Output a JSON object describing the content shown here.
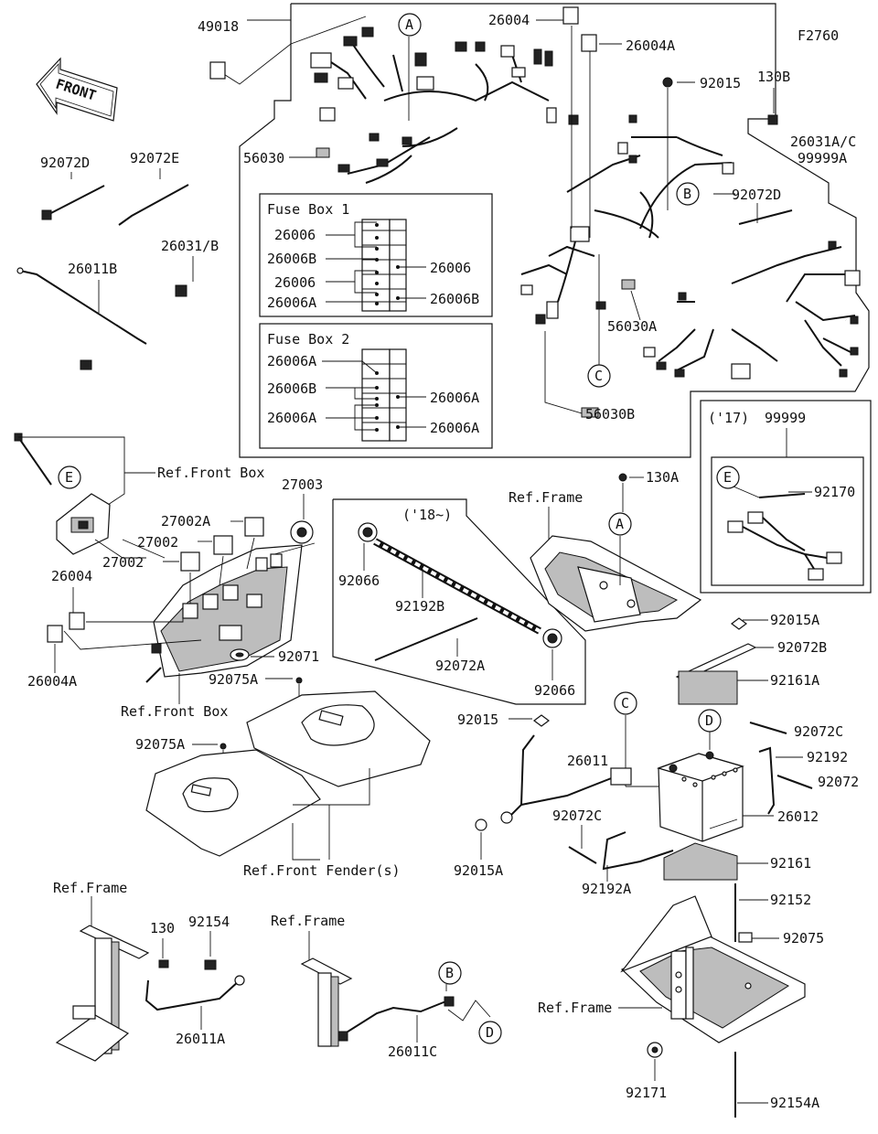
{
  "figure_code": "F2760",
  "front_arrow_label": "FRONT",
  "fuse_box_1": {
    "title": "Fuse Box 1",
    "labels_left": [
      "26006",
      "26006B",
      "26006",
      "26006A"
    ],
    "labels_right": [
      "26006",
      "26006B"
    ]
  },
  "fuse_box_2": {
    "title": "Fuse Box 2",
    "labels_left": [
      "26006A",
      "26006B",
      "26006A"
    ],
    "labels_right": [
      "26006A",
      "26006A"
    ]
  },
  "callouts": {
    "A": "A",
    "B": "B",
    "C": "C",
    "D": "D",
    "E": "E"
  },
  "inset_17": {
    "year": "('17)",
    "part": "99999"
  },
  "inset_18": {
    "year": "('18~)"
  },
  "ref_labels": {
    "front_box": "Ref.Front Box",
    "frame": "Ref.Frame",
    "front_fenders": "Ref.Front Fender(s)"
  },
  "parts": {
    "p49018": "49018",
    "p26004_top": "26004",
    "p26004A_top": "26004A",
    "p92015": "92015",
    "p130B": "130B",
    "p26031AC": "26031A/C",
    "p99999A": "99999A",
    "p56030": "56030",
    "p92072D_left": "92072D",
    "p92072E": "92072E",
    "p26031B": "26031/B",
    "p26011B": "26011B",
    "p92072D_right": "92072D",
    "p56030A": "56030A",
    "p56030B": "56030B",
    "p27003": "27003",
    "p27002A": "27002A",
    "p27002_a": "27002",
    "p27002_b": "27002",
    "p26004_left": "26004",
    "p26004A_left": "26004A",
    "p92071": "92071",
    "p92075A_a": "92075A",
    "p92075A_b": "92075A",
    "p92066_a": "92066",
    "p92192B": "92192B",
    "p92072A": "92072A",
    "p92066_b": "92066",
    "p130A": "130A",
    "p92170": "92170",
    "p92015A_a": "92015A",
    "p92072B": "92072B",
    "p92161A": "92161A",
    "p92072C_a": "92072C",
    "p92192": "92192",
    "p92072": "92072",
    "p26012": "26012",
    "p92161": "92161",
    "p92152": "92152",
    "p92075": "92075",
    "p92015_mid": "92015",
    "p26011": "26011",
    "p92072C_b": "92072C",
    "p92015A_b": "92015A",
    "p92192A": "92192A",
    "p130": "130",
    "p92154": "92154",
    "p26011A": "26011A",
    "p26011C": "26011C",
    "p92171": "92171",
    "p92154A": "92154A"
  }
}
